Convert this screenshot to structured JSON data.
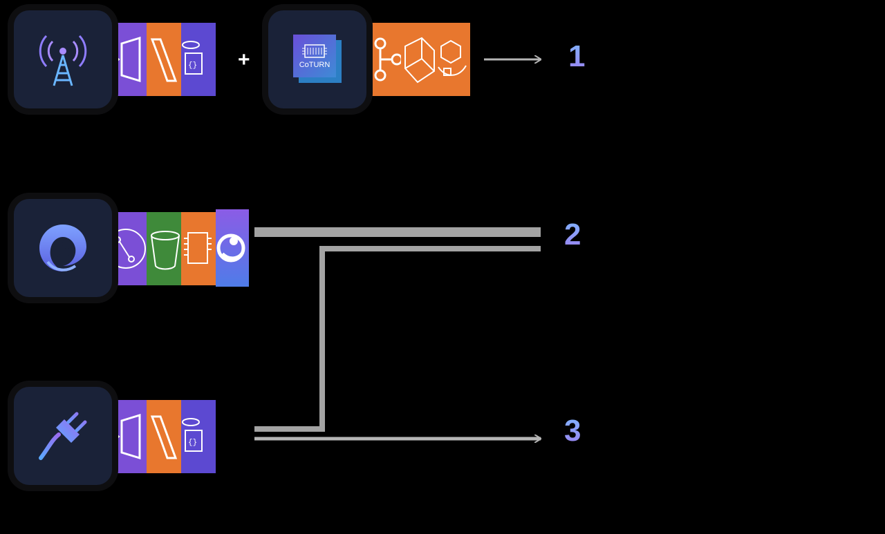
{
  "stacks": [
    {
      "id": "broadcast",
      "label": "",
      "app_icon": "radio-tower-icon",
      "service_tiles": [
        {
          "icon": "api-gateway-icon",
          "color": "#7b4fd6"
        },
        {
          "icon": "lambda-icon",
          "color": "#e8772e"
        },
        {
          "icon": "dynamodb-icon",
          "color": "#5c49d1"
        }
      ]
    },
    {
      "id": "turn",
      "label": "",
      "app_icon": "coturn-chip-icon",
      "app_text": "CoTURN",
      "service_tiles": [
        {
          "icon": "step-functions-icon",
          "color": "#e8772e"
        },
        {
          "icon": "ec2-icon",
          "color": "#e8772e"
        },
        {
          "icon": "ecs-icon",
          "color": "#e8772e"
        }
      ]
    },
    {
      "id": "protocol",
      "label": "",
      "app_icon": "otter-logo-icon",
      "service_tiles": [
        {
          "icon": "route53-icon",
          "color": "#7b4fd6"
        },
        {
          "icon": "s3-bucket-icon",
          "color": "#3f8a3a"
        },
        {
          "icon": "ec2-chip-icon",
          "color": "#e8772e"
        },
        {
          "icon": "otter-logo-icon",
          "color": "#6a5de0"
        }
      ]
    },
    {
      "id": "plugin",
      "label": "",
      "app_icon": "plug-icon",
      "service_tiles": [
        {
          "icon": "api-gateway-icon",
          "color": "#7b4fd6"
        },
        {
          "icon": "lambda-icon",
          "color": "#e8772e"
        },
        {
          "icon": "dynamodb-icon",
          "color": "#5c49d1"
        }
      ]
    }
  ],
  "plus_sign": "+",
  "outcomes": [
    {
      "number": "1",
      "text": ""
    },
    {
      "number": "2",
      "text": ""
    },
    {
      "number": "3",
      "text": ""
    }
  ],
  "colors": {
    "background": "#000000",
    "card": "#1a2238",
    "connector": "#b5b5b5",
    "number_gradient_top": "#7fb4ff",
    "number_gradient_bottom": "#9b82f0"
  }
}
